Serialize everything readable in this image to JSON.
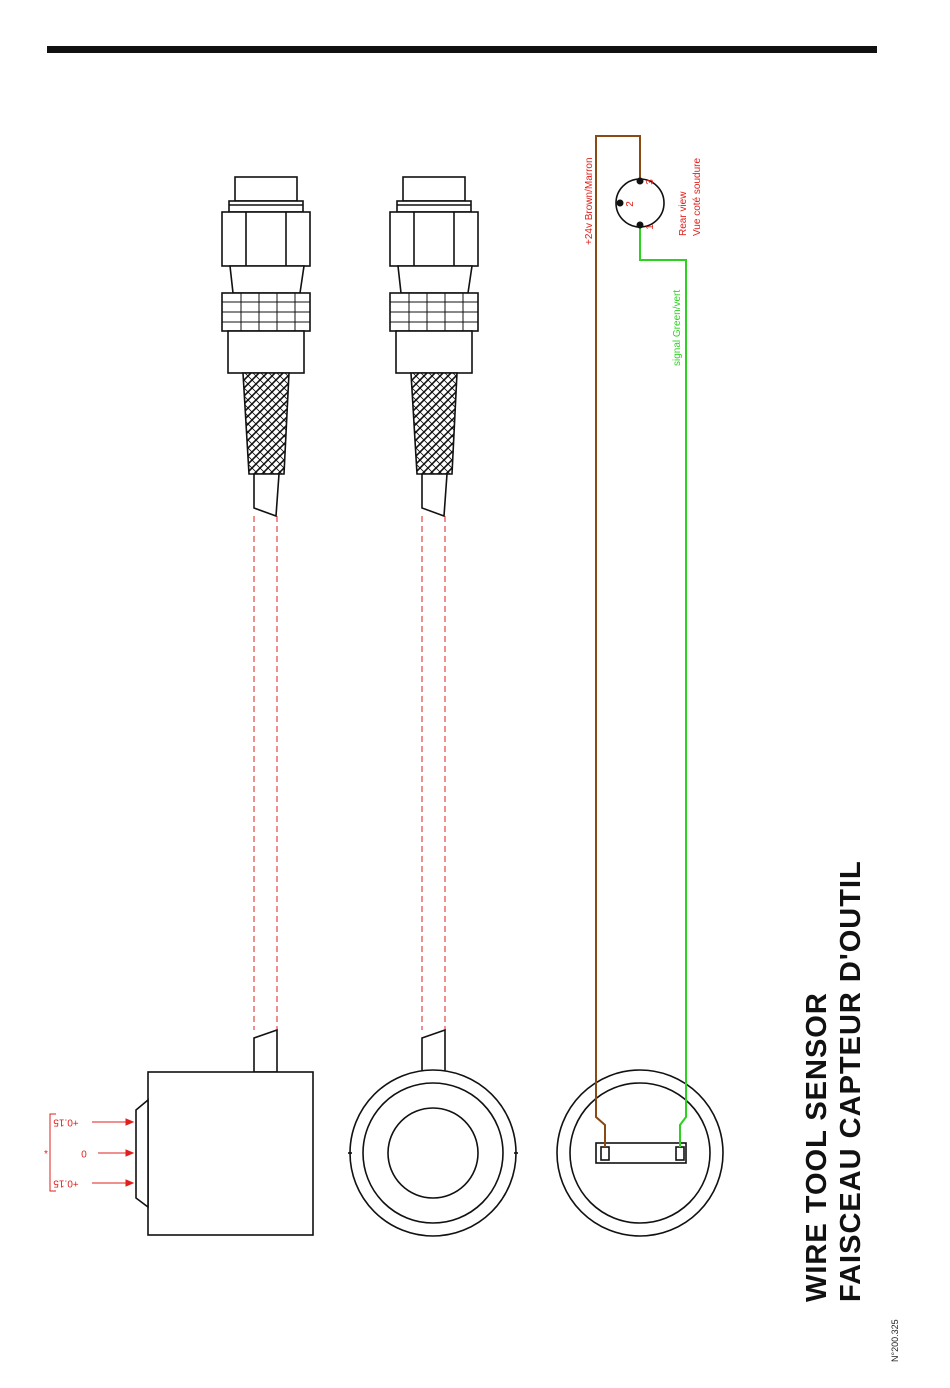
{
  "title": {
    "line1": "WIRE TOOL SENSOR",
    "line2": "FAISCEAU CAPTEUR D'OUTIL"
  },
  "reference": "N°200.325",
  "wiring": {
    "brown_label": "+24v Brown/Marron",
    "green_label": "signal Green/vert",
    "rear_view_en": "Rear view",
    "rear_view_fr": "Vue coté soudure",
    "pins": [
      "1",
      "2",
      "3"
    ]
  },
  "tolerances": {
    "upper": "+0.15",
    "middle": "0",
    "lower": "+0.15",
    "star": "*"
  },
  "colors": {
    "brown": "#8a4a14",
    "green": "#2bd21f",
    "red": "#e0201c",
    "ink": "#111111"
  }
}
